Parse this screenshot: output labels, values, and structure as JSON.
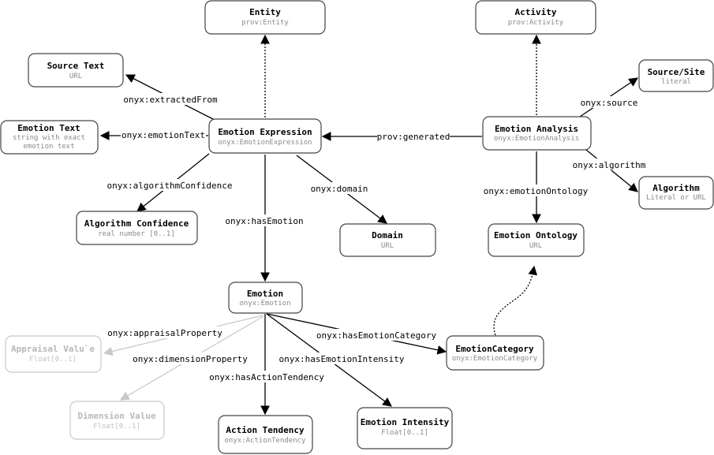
{
  "nodes": {
    "entity": {
      "title": "Entity",
      "sub": "prov:Entity"
    },
    "activity": {
      "title": "Activity",
      "sub": "prov:Activity"
    },
    "source_text": {
      "title": "Source Text",
      "sub": "URL"
    },
    "source_site": {
      "title": "Source/Site",
      "sub": "literal"
    },
    "emotion_text": {
      "title": "Emotion Text",
      "sub1": "string with exact",
      "sub2": "emotion text"
    },
    "emotion_expression": {
      "title": "Emotion Expression",
      "sub": "onyx:EmotionExpression"
    },
    "emotion_analysis": {
      "title": "Emotion Analysis",
      "sub": "onyx:EmotionAnalysis"
    },
    "algorithm": {
      "title": "Algorithm",
      "sub": "Literal or URL"
    },
    "algorithm_confidence": {
      "title": "Algorithm Confidence",
      "sub": "real number [0..1]"
    },
    "domain": {
      "title": "Domain",
      "sub": "URL"
    },
    "emotion_ontology": {
      "title": "Emotion Ontology",
      "sub": "URL"
    },
    "emotion": {
      "title": "Emotion",
      "sub": "onyx:Emotion"
    },
    "appraisal_value": {
      "title": "Appraisal Valu`e",
      "sub": "Float[0..1]"
    },
    "emotion_category": {
      "title": "EmotionCategory",
      "sub": "onyx:EmotionCategory"
    },
    "dimension_value": {
      "title": "Dimension Value",
      "sub": "Float[0..1]"
    },
    "action_tendency": {
      "title": "Action Tendency",
      "sub": "onyx:ActionTendency"
    },
    "emotion_intensity": {
      "title": "Emotion Intensity",
      "sub": "Float[0..1]"
    }
  },
  "edges": {
    "extracted_from": "onyx:extractedFrom",
    "emotion_text": "onyx:emotionText",
    "algorithm_confidence": "onyx:algorithmConfidence",
    "has_emotion": "onyx:hasEmotion",
    "domain": "onyx:domain",
    "prov_generated": "prov:generated",
    "source": "onyx:source",
    "algorithm": "onyx:algorithm",
    "emotion_ontology": "onyx:emotionOntology",
    "appraisal_property": "onyx:appraisalProperty",
    "dimension_property": "onyx:dimensionProperty",
    "has_action_tendency": "onyx:hasActionTendency",
    "has_emotion_intensity": "onyx:hasEmotionIntensity",
    "has_emotion_category": "onyx:hasEmotionCategory"
  }
}
